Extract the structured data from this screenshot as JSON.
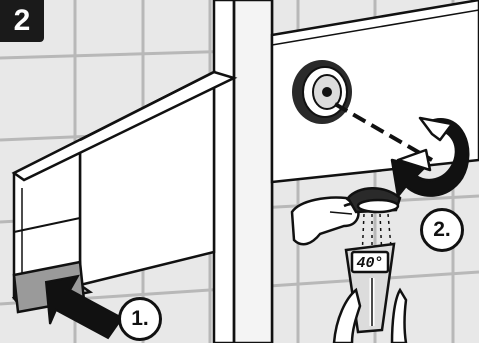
{
  "figure": {
    "step_number": "2",
    "callouts": [
      {
        "label": "1."
      },
      {
        "label": "2."
      }
    ],
    "thermometer_readout": "40°",
    "colors": {
      "tile_fill": "#e8e8e8",
      "grout": "#b8b8b8",
      "outline": "#111111",
      "button_highlight": "#9a9a9a",
      "badge_background": "#1a1a1a"
    },
    "icons": [
      "thermostat-knob-icon",
      "rotate-arrow-icon",
      "push-arrow-icon",
      "hand-icon",
      "shower-head-icon",
      "thermometer-icon"
    ]
  }
}
